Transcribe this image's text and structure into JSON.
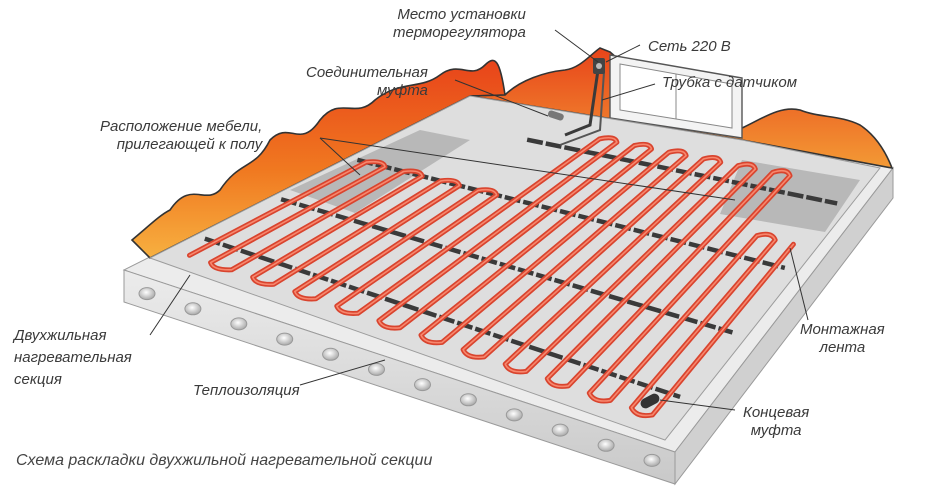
{
  "labels": {
    "thermostat": [
      "Место установки",
      "терморегулятора"
    ],
    "network": "Сеть 220 В",
    "coupling": [
      "Соединительная",
      "муфта"
    ],
    "sensor_tube": "Трубка с датчиком",
    "furniture": [
      "Расположение мебели,",
      "прилегающей к полу"
    ],
    "cable": [
      "Двухжильная",
      "нагревательная",
      "секция"
    ],
    "insulation": "Теплоизоляция",
    "tape": [
      "Монтажная",
      "лента"
    ],
    "end_coupling": [
      "Концевая",
      "муфта"
    ]
  },
  "caption": "Схема раскладки двухжильной нагревательной секции",
  "colors": {
    "wall_orange": "#e8561a",
    "wall_light": "#f7a23a",
    "floor": "#dcdcdc",
    "furniture_zone": "#b4b4b4",
    "slab": "#e4e4e4",
    "cable": "#e0503a",
    "tape": "#3d3d3d"
  },
  "icons": [
    "wall-outlet-icon",
    "thermostat-icon",
    "end-coupling-icon"
  ]
}
